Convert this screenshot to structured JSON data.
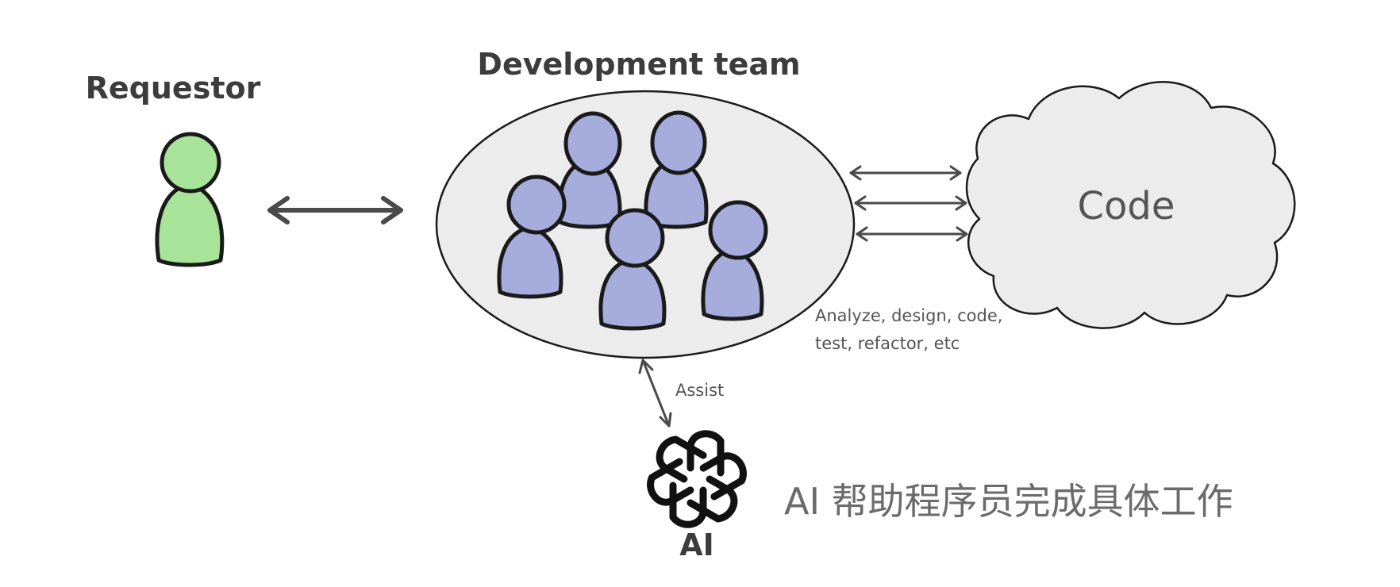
{
  "labels": {
    "requestor": "Requestor",
    "development_team": "Development team",
    "code": "Code",
    "analyze_line1": "Analyze, design, code,",
    "analyze_line2": "test, refactor, etc",
    "assist": "Assist",
    "ai": "AI",
    "caption": "AI 帮助程序员完成具体工作"
  },
  "colors": {
    "requestor_fill": "#a8e39a",
    "team_member_fill": "#a6addc",
    "team_oval_fill": "#ececec",
    "cloud_fill": "#ececec",
    "outline": "#1a1a1a",
    "arrow": "#4a4a4a"
  },
  "icons": {
    "requestor": "person-icon",
    "team_member": "person-icon",
    "ai": "openai-logo-icon"
  }
}
